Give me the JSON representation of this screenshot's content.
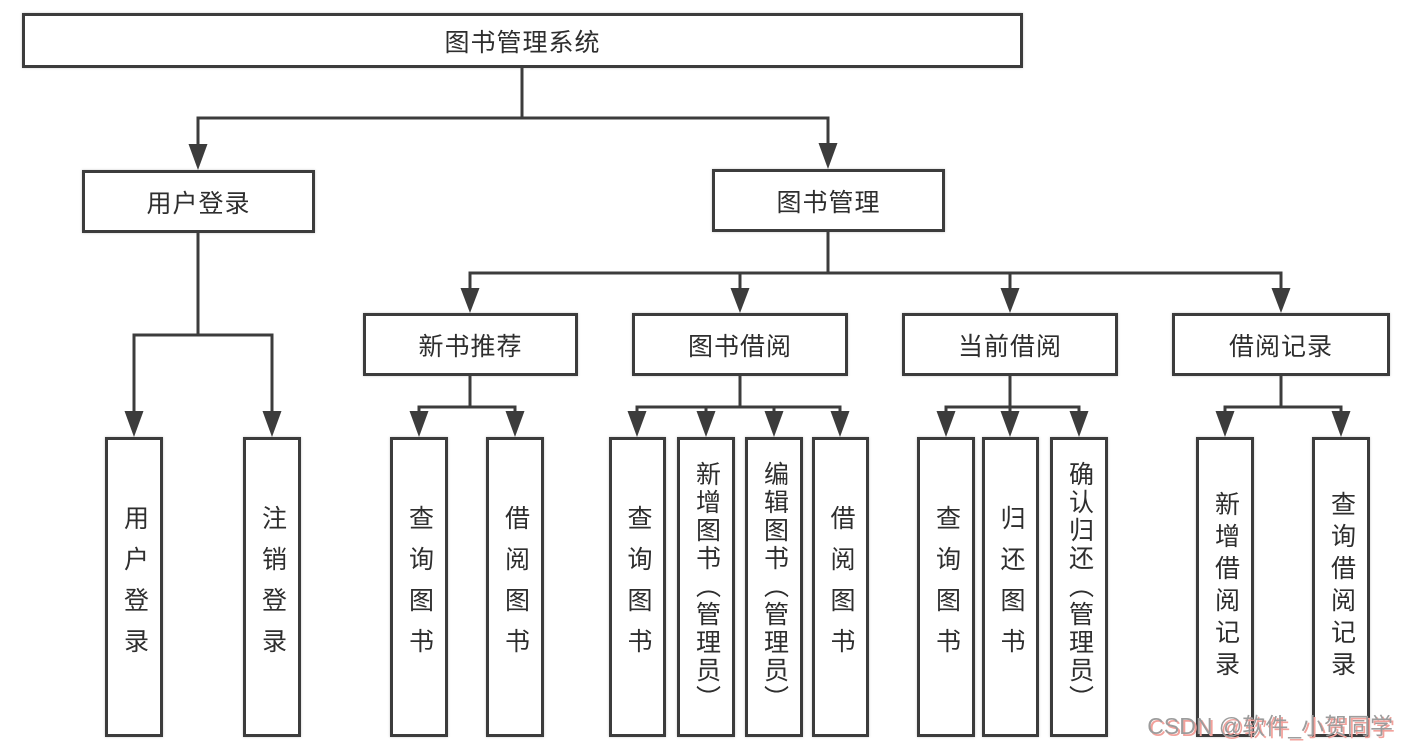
{
  "tree": {
    "root": {
      "label": "图书管理系统",
      "children": [
        {
          "label": "用户登录",
          "children": [
            {
              "label": "用户登录"
            },
            {
              "label": "注销登录"
            }
          ]
        },
        {
          "label": "图书管理",
          "children": [
            {
              "label": "新书推荐",
              "children": [
                {
                  "label": "查询图书"
                },
                {
                  "label": "借阅图书"
                }
              ]
            },
            {
              "label": "图书借阅",
              "children": [
                {
                  "label": "查询图书"
                },
                {
                  "label": "新增图书（管理员）"
                },
                {
                  "label": "编辑图书（管理员）"
                },
                {
                  "label": "借阅图书"
                }
              ]
            },
            {
              "label": "当前借阅",
              "children": [
                {
                  "label": "查询图书"
                },
                {
                  "label": "归还图书"
                },
                {
                  "label": "确认归还（管理员）"
                }
              ]
            },
            {
              "label": "借阅记录",
              "children": [
                {
                  "label": "新增借阅记录"
                },
                {
                  "label": "查询借阅记录"
                }
              ]
            }
          ]
        }
      ]
    }
  },
  "watermark": {
    "text": "CSDN @软件_小贺同学"
  },
  "colors": {
    "line": "#3c3c3c",
    "text": "#2e2e2e",
    "box_background": "#ffffff",
    "page_background": "#ffffff",
    "watermark_text": "#9c9c9c",
    "watermark_shadow": "#f2a19b"
  }
}
